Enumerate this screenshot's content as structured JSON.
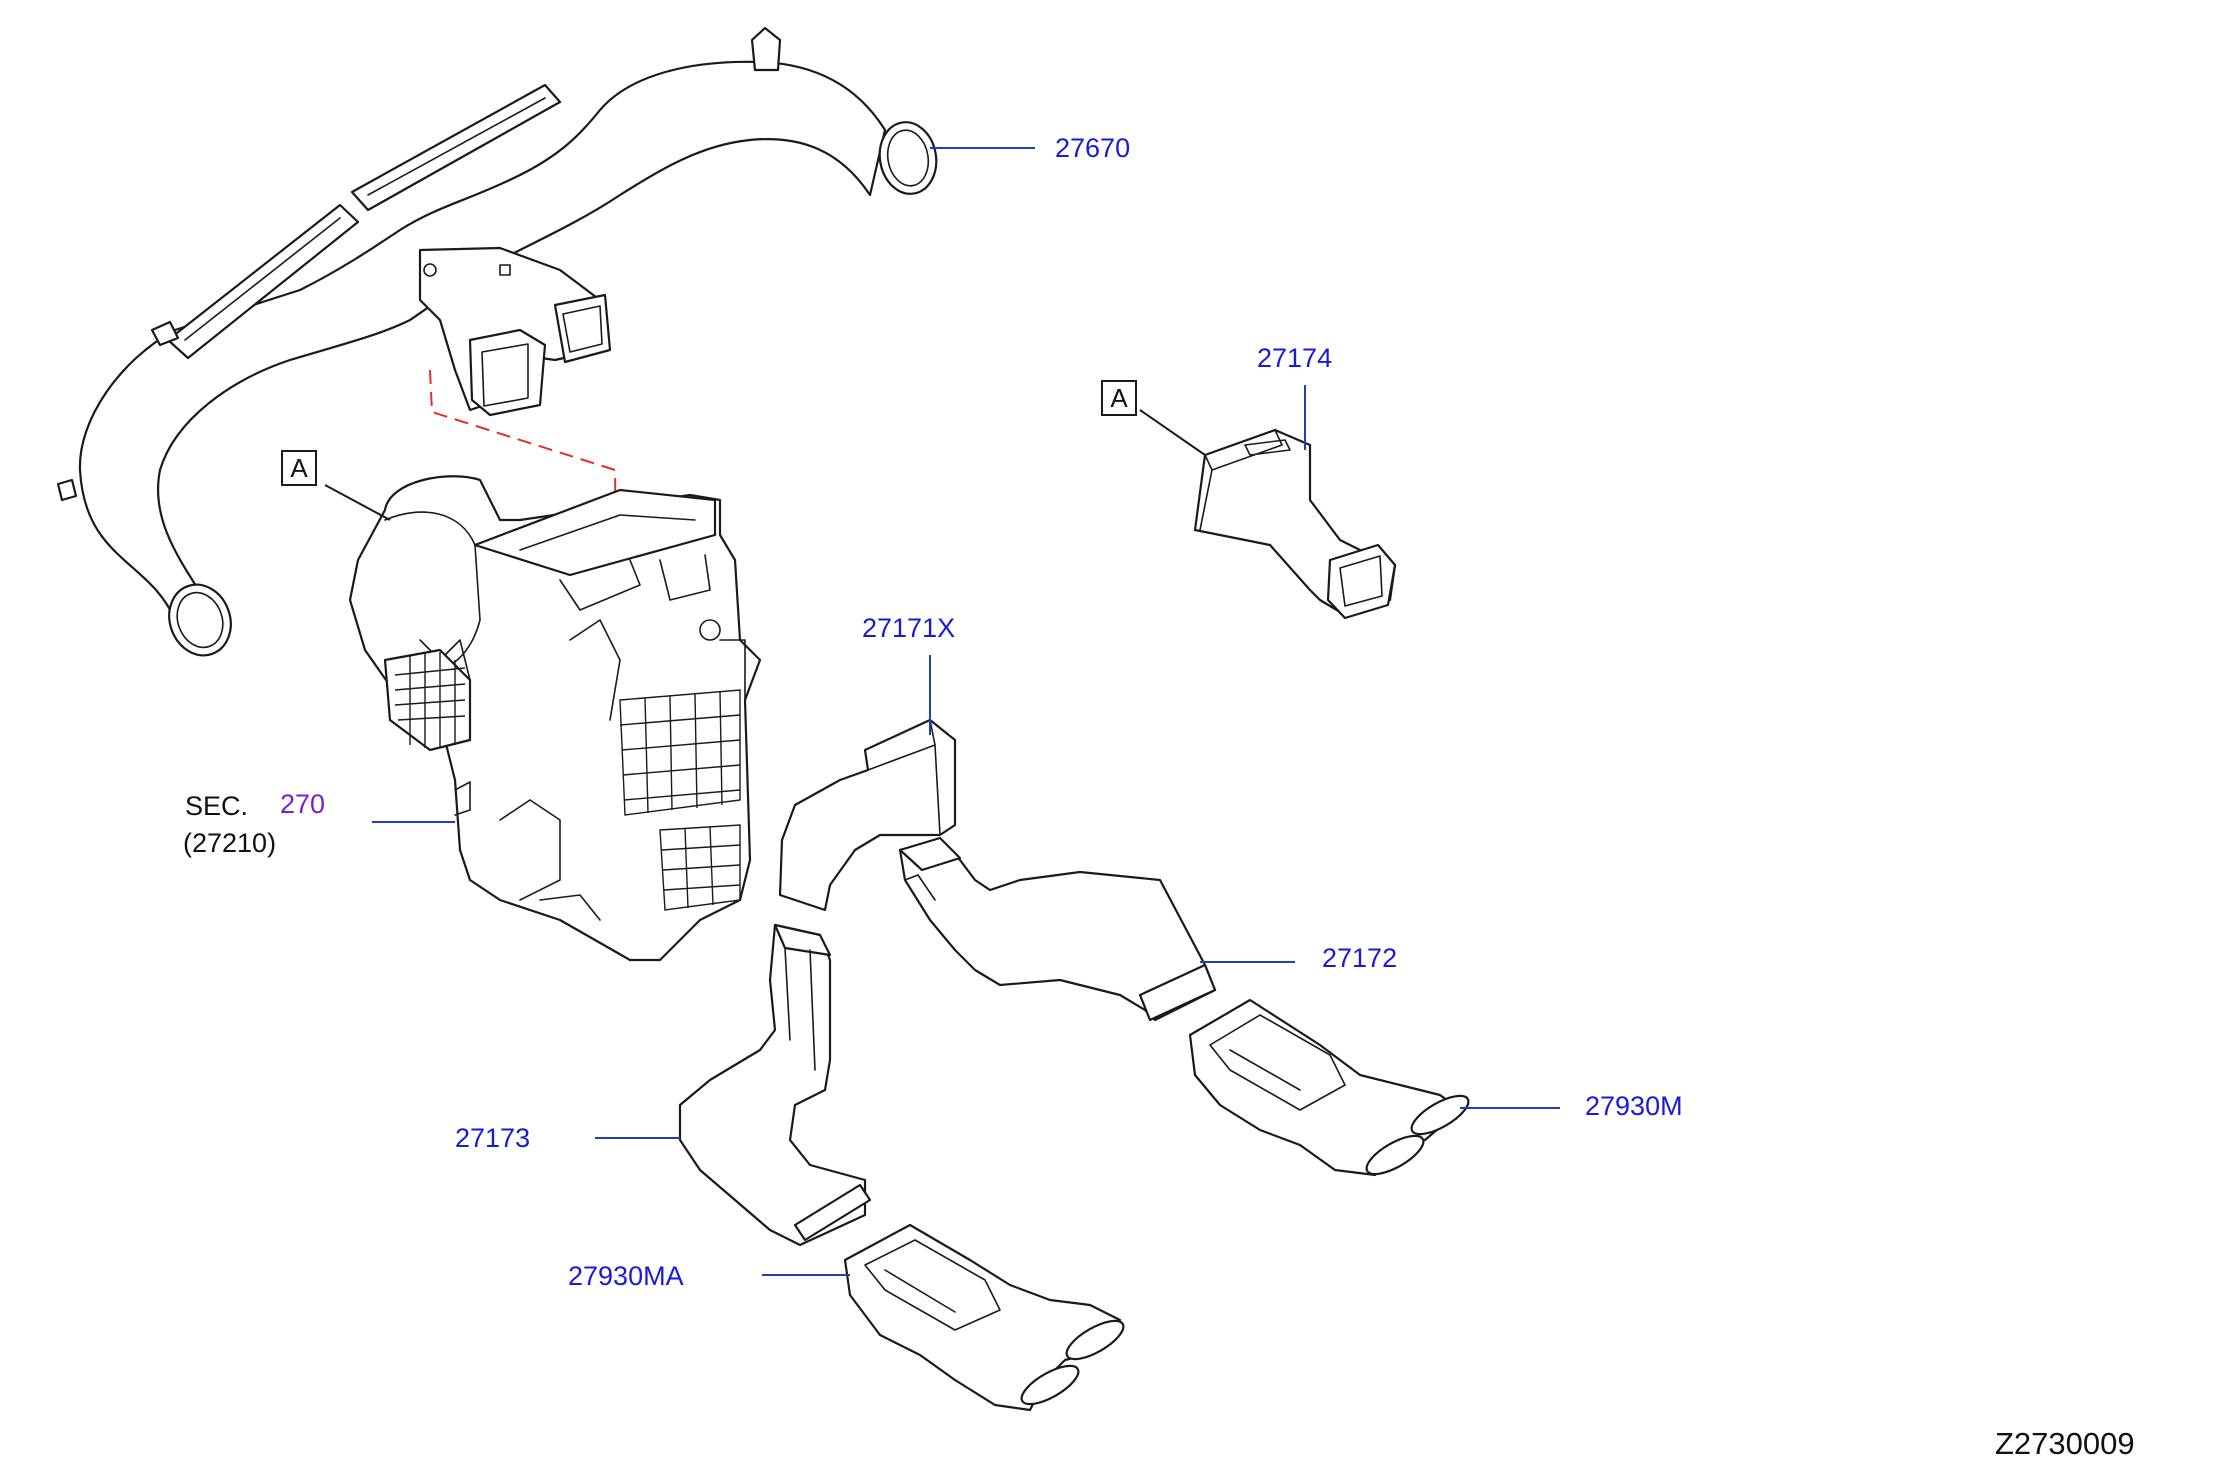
{
  "part_labels": {
    "p27670": "27670",
    "p27174": "27174",
    "p27171x": "27171X",
    "p27172": "27172",
    "p27930m": "27930M",
    "p27173": "27173",
    "p27930ma": "27930MA"
  },
  "section_ref": {
    "prefix": "SEC.",
    "number": "270",
    "part": "(27210)"
  },
  "view_markers": {
    "left": "A",
    "right": "A"
  },
  "drawing_number": "Z2730009",
  "colors": {
    "part_number": "#1a1ad6",
    "section_number": "#7a1ed6",
    "hidden_line": "#e0302a"
  }
}
